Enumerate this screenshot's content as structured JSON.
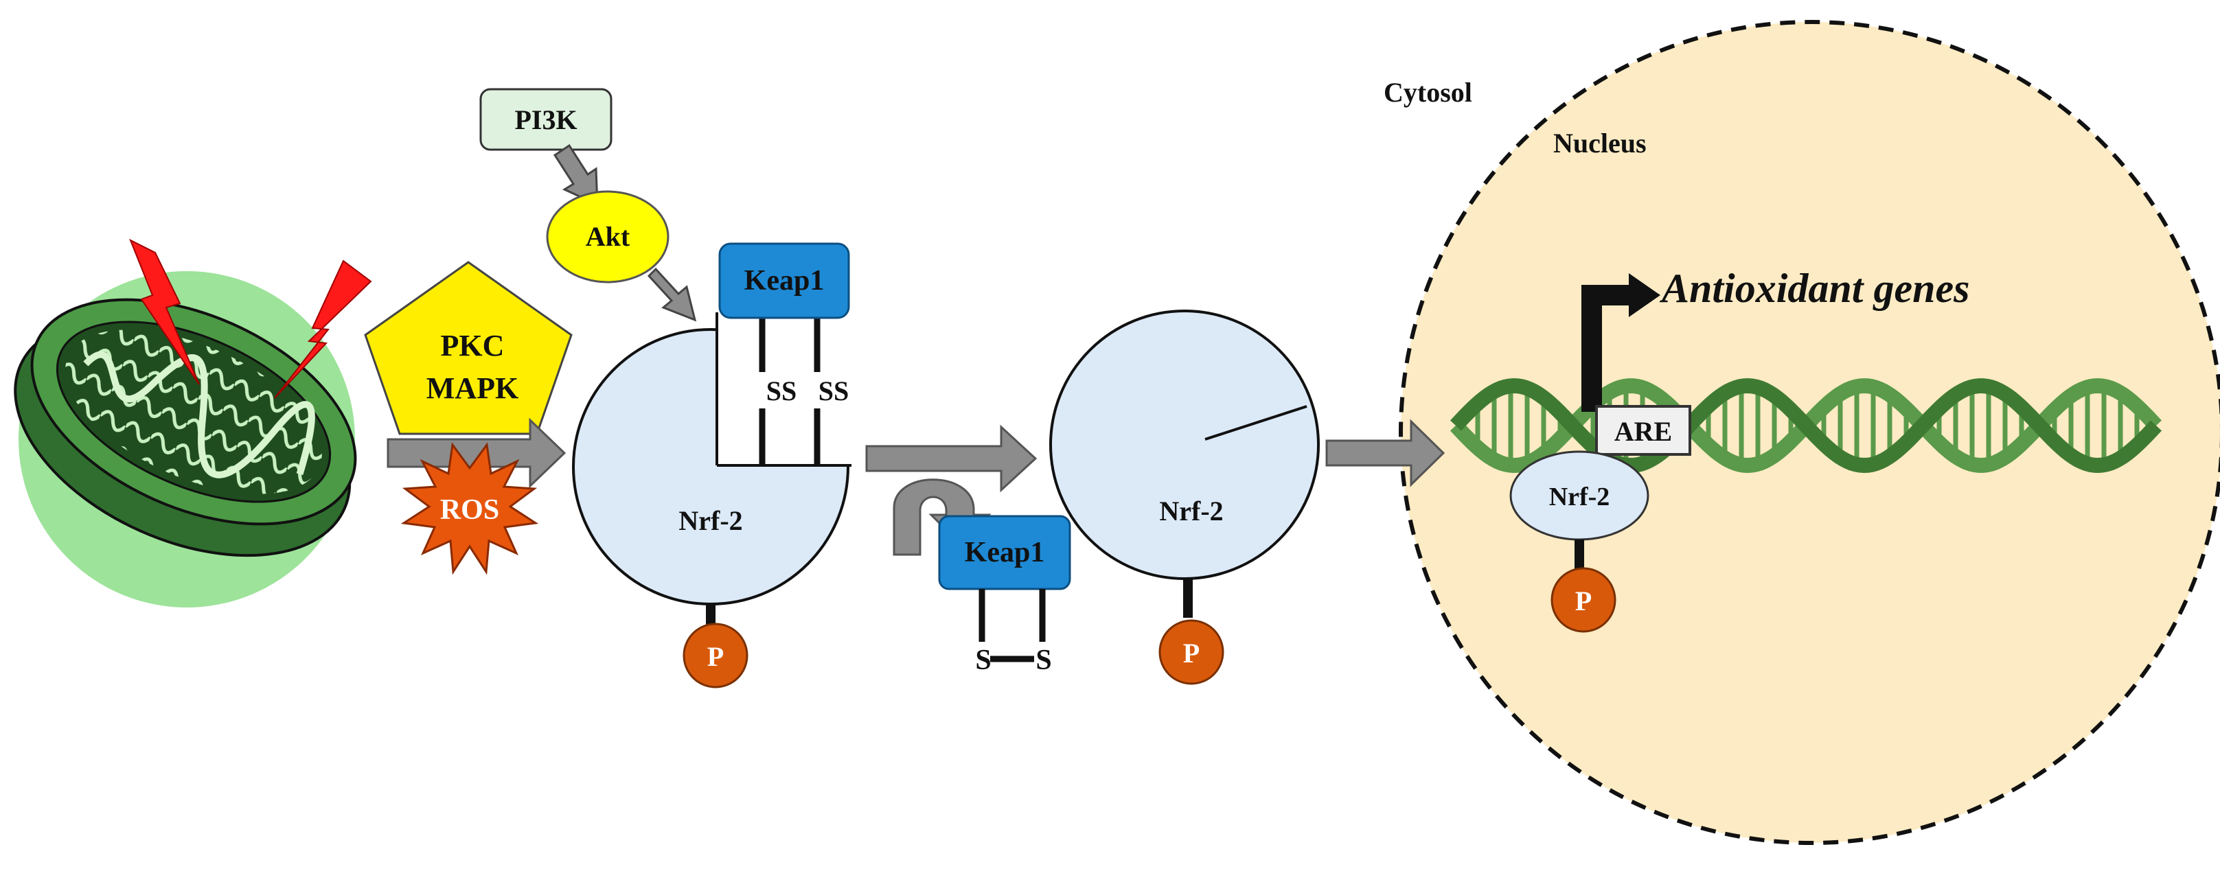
{
  "labels": {
    "cytosol": "Cytosol",
    "nucleus": "Nucleus",
    "pi3k": "PI3K",
    "akt": "Akt",
    "pkc": "PKC",
    "mapk": "MAPK",
    "ros": "ROS",
    "keap1_bound": "Keap1",
    "ss_left": "SS",
    "ss_right": "SS",
    "nrf2_bound": "Nrf-2",
    "p_bound": "P",
    "keap1_free": "Keap1",
    "s_left": "S",
    "s_right": "S",
    "nrf2_free": "Nrf-2",
    "p_free": "P",
    "antioxidant_genes": "Antioxidant genes",
    "are": "ARE",
    "nrf2_nucleus": "Nrf-2",
    "p_nucleus": "P"
  },
  "colors": {
    "mitochondrion_halo": "#9de39a",
    "mitochondrion_body": "#3a8a3a",
    "lightning": "#ff1a1a",
    "pi3k_fill": "#dff2df",
    "akt_fill": "#ffff00",
    "pkc_mapk_fill": "#ffee00",
    "ros_fill": "#e8560c",
    "keap1_fill": "#1e8ad6",
    "nrf2_fill": "#dce9f7",
    "phosphate_fill": "#d9590b",
    "arrow_fill": "#8c8c8c",
    "nucleus_fill": "#fcebc4",
    "dna_strand": "#5a9a4a",
    "are_fill": "#f0f0f0"
  }
}
